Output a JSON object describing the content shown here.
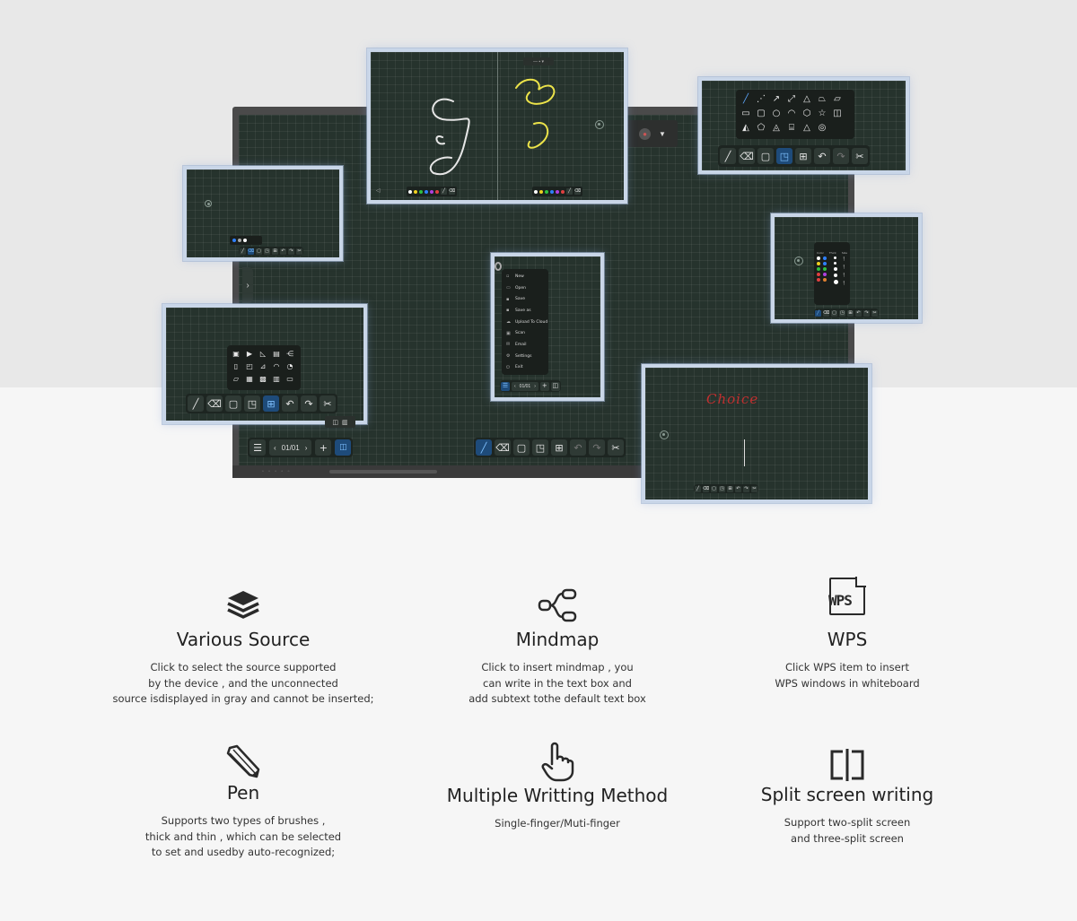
{
  "main_screen": {
    "page_indicator": "01/01",
    "prev_glyph": "‹",
    "next_glyph": "›",
    "menu_glyph": "☰",
    "add_glyph": "+",
    "sidebar_toggle": "›",
    "toolbar_icons": [
      "pen-icon",
      "eraser-icon",
      "select-icon",
      "shape-icon",
      "insert-icon",
      "undo-icon",
      "redo-icon",
      "clear-icon"
    ]
  },
  "menu_panel": {
    "items": [
      "New",
      "Open",
      "Save",
      "Save as",
      "Upload To Cloud",
      "Scan",
      "Email",
      "Settings",
      "Exit"
    ],
    "page_indicator": "01/01"
  },
  "text_panel": {
    "handwriting": "Choice"
  },
  "pen_panel": {
    "column_headers": [
      "Color",
      "Thick",
      "Size"
    ]
  },
  "colors": {
    "palette": [
      "#ffffff",
      "#f0d020",
      "#30c040",
      "#2f80ff",
      "#b040e0",
      "#e04040"
    ],
    "accent": "#1e4b7a",
    "board": "#26332d",
    "panel_border": "#c9d6e8"
  },
  "features": [
    {
      "title": "Various Source",
      "desc": "Click to select the source supported\nby the device , and the unconnected\nsource isdisplayed in gray and cannot be inserted;",
      "icon": "layers-icon"
    },
    {
      "title": "Mindmap",
      "desc": "Click to insert mindmap , you\ncan write in the text box and\nadd subtext tothe default text box",
      "icon": "mindmap-icon"
    },
    {
      "title": "WPS",
      "desc": "Click WPS item to insert\nWPS windows in whiteboard",
      "icon": "wps-icon",
      "icon_text": "WPS"
    },
    {
      "title": "Pen",
      "desc": "Supports two types of brushes ,\nthick and thin , which can be selected\nto set and usedby auto-recognized;",
      "icon": "pencil-icon"
    },
    {
      "title": "Multiple Writting Method",
      "desc": "Single-finger/Muti-finger",
      "icon": "finger-icon"
    },
    {
      "title": "Split screen writing",
      "desc": "Support two-split screen\nand three-split screen",
      "icon": "split-screen-icon"
    }
  ]
}
